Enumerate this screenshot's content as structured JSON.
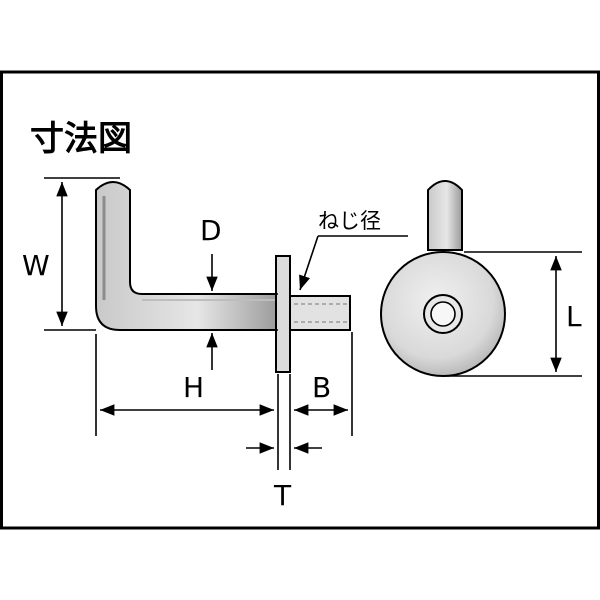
{
  "title": "寸法図",
  "labels": {
    "W": "W",
    "D": "D",
    "H": "H",
    "B": "B",
    "T": "T",
    "L": "L",
    "thread": "ねじ径"
  }
}
